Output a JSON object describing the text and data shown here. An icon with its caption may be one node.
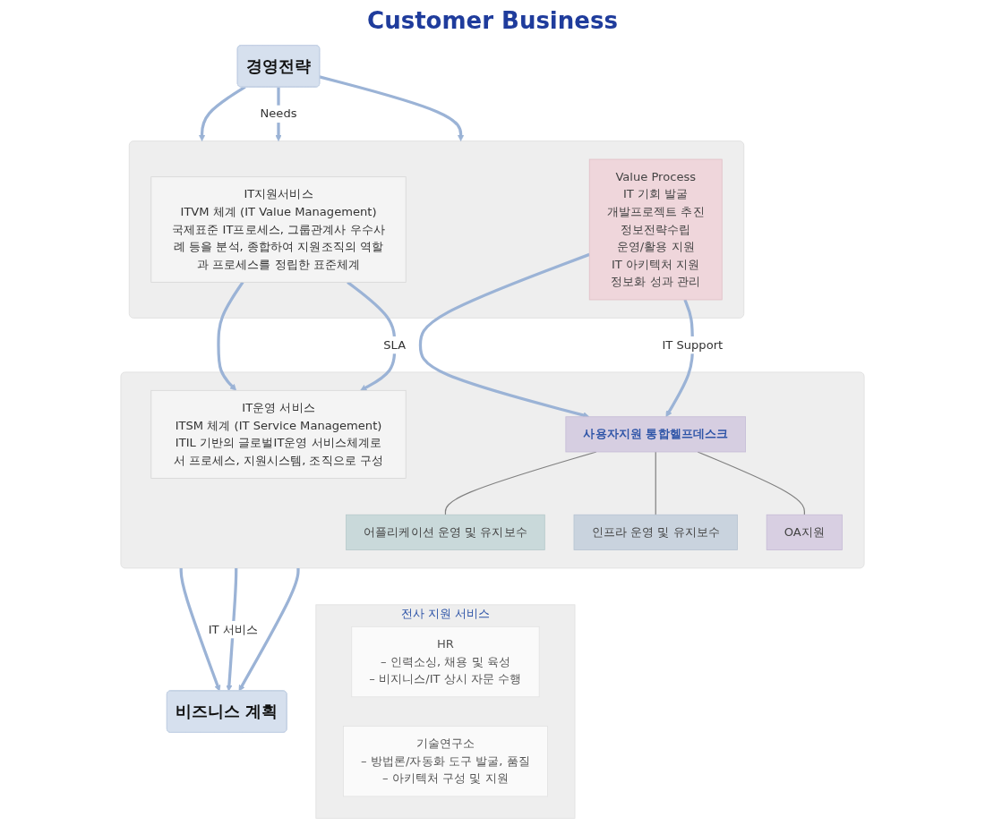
{
  "diagram": {
    "title": "Customer Business",
    "nodes": [
      {
        "text": [
          "경영전략"
        ]
      },
      {
        "text": [
          "비즈니스 계획"
        ]
      },
      {
        "text": [],
        "shape": "box"
      },
      {
        "text": [
          "IT지원서비스",
          "ITVM 체계 (IT Value Management)",
          "국제표준 IT프로세스, 그룹관계사 우수사례 등을 분석, 종합하여 지원조직의 역할과 프로세스를 정립한 표준체계"
        ],
        "in": 2
      },
      {
        "text": [
          "Value Process",
          "IT 기회 발굴",
          "개발프로젝트 추진",
          "정보전략수립",
          "운영/활용 지원",
          "IT 아키텍처 지원",
          "정보화 성과 관리"
        ],
        "in": 2
      },
      {
        "text": [],
        "shape": "box"
      },
      {
        "text": [
          "IT운영 서비스",
          "ITSM 체계 (IT Service Management)",
          "ITIL 기반의 글로벌IT운영 서비스체계로서 프로세스, 지원시스템, 조직으로 구성"
        ],
        "in": 5
      },
      {
        "text": [
          "사용자지원 통합헬프데스크"
        ],
        "in": 5
      },
      {
        "text": [
          "어플리케이션 운영 및 유지보수"
        ],
        "in": 5
      },
      {
        "text": [
          "인프라 운영 및 유지보수"
        ],
        "in": 5
      },
      {
        "text": [
          "OA지원"
        ],
        "in": 5
      },
      {
        "text": [
          "전사 지원 서비스"
        ]
      },
      {
        "text": [
          "HR",
          "– 인력소싱, 채용 및 육성",
          "– 비지니스/IT 상시 자문 수행"
        ],
        "in": 11
      },
      {
        "text": [
          "기술연구소",
          "– 방법론/자동화 도구 발굴, 품질",
          "– 아키텍처 구성 및 지원"
        ],
        "in": 11
      }
    ],
    "edges": [
      {
        "from": 0,
        "to": 2,
        "arrow": "to"
      },
      {
        "from": 0,
        "to": 2,
        "arrow": "to",
        "label": "Needs"
      },
      {
        "from": 0,
        "to": 2,
        "arrow": "to"
      },
      {
        "from": 5,
        "to": 1,
        "arrow": "to"
      },
      {
        "from": 5,
        "to": 1,
        "arrow": "to",
        "label": "IT 서비스"
      },
      {
        "from": 5,
        "to": 1,
        "arrow": "to"
      },
      {
        "from": 3,
        "to": 6,
        "arrow": "to"
      },
      {
        "from": 3,
        "to": 6,
        "arrow": "to",
        "label": "SLA"
      },
      {
        "from": 4,
        "to": 7,
        "arrow": "to"
      },
      {
        "from": 4,
        "to": 7,
        "arrow": "to",
        "label": "IT Support"
      },
      {
        "from": 7,
        "to": 8,
        "arrow": "none",
        "color": "#808080"
      },
      {
        "from": 7,
        "to": 9,
        "arrow": "none",
        "color": "#808080"
      },
      {
        "from": 7,
        "to": 10,
        "arrow": "none",
        "color": "#808080"
      }
    ]
  }
}
